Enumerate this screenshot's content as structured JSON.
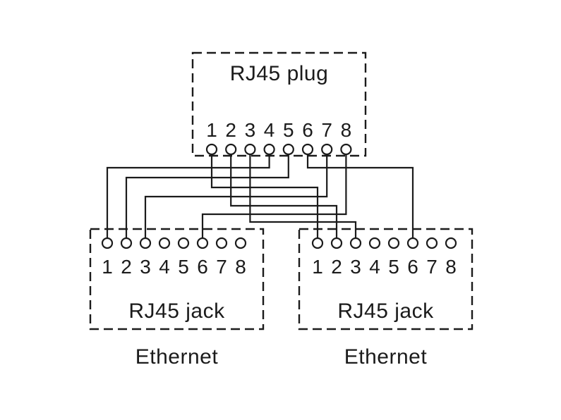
{
  "diagram": {
    "plug": {
      "label": "RJ45 plug",
      "pin_labels": [
        "1",
        "2",
        "3",
        "4",
        "5",
        "6",
        "7",
        "8"
      ]
    },
    "jacks": [
      {
        "id": "left",
        "label": "RJ45 jack",
        "caption": "Ethernet",
        "pin_labels": [
          "1",
          "2",
          "3",
          "4",
          "5",
          "6",
          "7",
          "8"
        ]
      },
      {
        "id": "right",
        "label": "RJ45 jack",
        "caption": "Ethernet",
        "pin_labels": [
          "1",
          "2",
          "3",
          "4",
          "5",
          "6",
          "7",
          "8"
        ]
      }
    ],
    "connections": [
      {
        "from_plug_pin": 1,
        "to_jack": "right",
        "to_pin": 1
      },
      {
        "from_plug_pin": 2,
        "to_jack": "right",
        "to_pin": 2
      },
      {
        "from_plug_pin": 3,
        "to_jack": "right",
        "to_pin": 3
      },
      {
        "from_plug_pin": 6,
        "to_jack": "right",
        "to_pin": 6
      },
      {
        "from_plug_pin": 4,
        "to_jack": "left",
        "to_pin": 1
      },
      {
        "from_plug_pin": 5,
        "to_jack": "left",
        "to_pin": 2
      },
      {
        "from_plug_pin": 7,
        "to_jack": "left",
        "to_pin": 3
      },
      {
        "from_plug_pin": 8,
        "to_jack": "left",
        "to_pin": 6
      }
    ],
    "colors": {
      "line": "#1b1b1b",
      "background": "#ffffff"
    }
  }
}
